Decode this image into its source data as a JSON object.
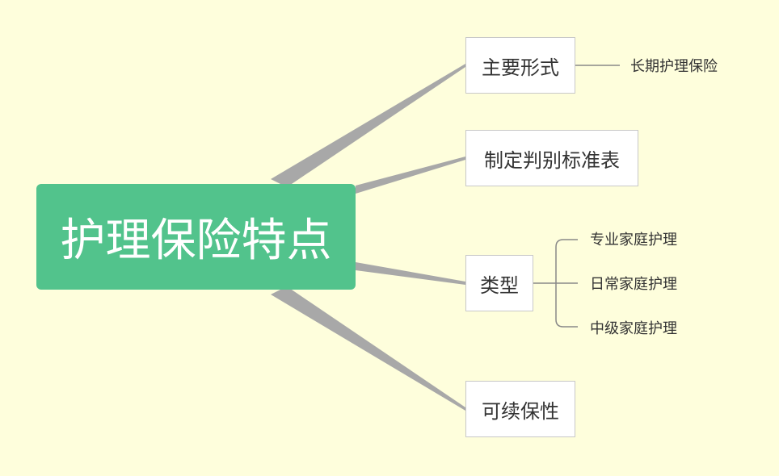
{
  "root": {
    "label": "护理保险特点",
    "color": "#52c38c"
  },
  "branches": [
    {
      "label": "主要形式",
      "children": [
        "长期护理保险"
      ]
    },
    {
      "label": "制定判别标准表",
      "children": []
    },
    {
      "label": "类型",
      "children": [
        "专业家庭护理",
        "日常家庭护理",
        "中级家庭护理"
      ]
    },
    {
      "label": "可续保性",
      "children": []
    }
  ]
}
